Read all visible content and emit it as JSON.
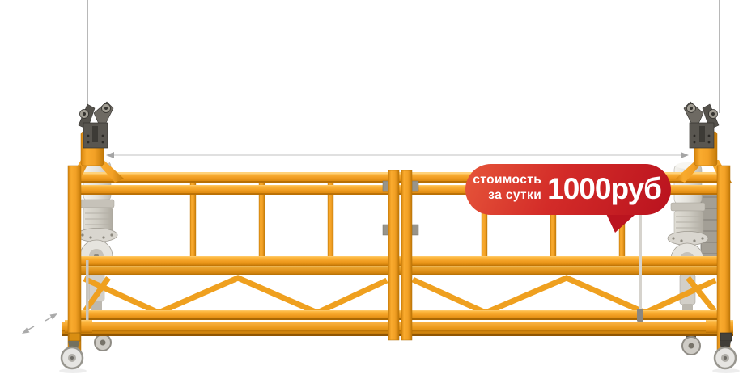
{
  "price_badge": {
    "label_line1": "стоимость",
    "label_line2": "за сутки",
    "price": "1000руб"
  },
  "colors": {
    "platform_yellow": "#f5a22a",
    "platform_yellow_light": "#ffc45f",
    "platform_yellow_dark": "#c8790a",
    "badge_red_light": "#e6563a",
    "badge_red": "#d32b28",
    "badge_red_dark": "#bb141f",
    "metal_light": "#eceae5",
    "metal_mid": "#cfccc5",
    "metal_dark": "#55524c",
    "cable_gray": "#a6a6a6",
    "dimension_gray": "#969696",
    "text_white": "#ffffff"
  }
}
